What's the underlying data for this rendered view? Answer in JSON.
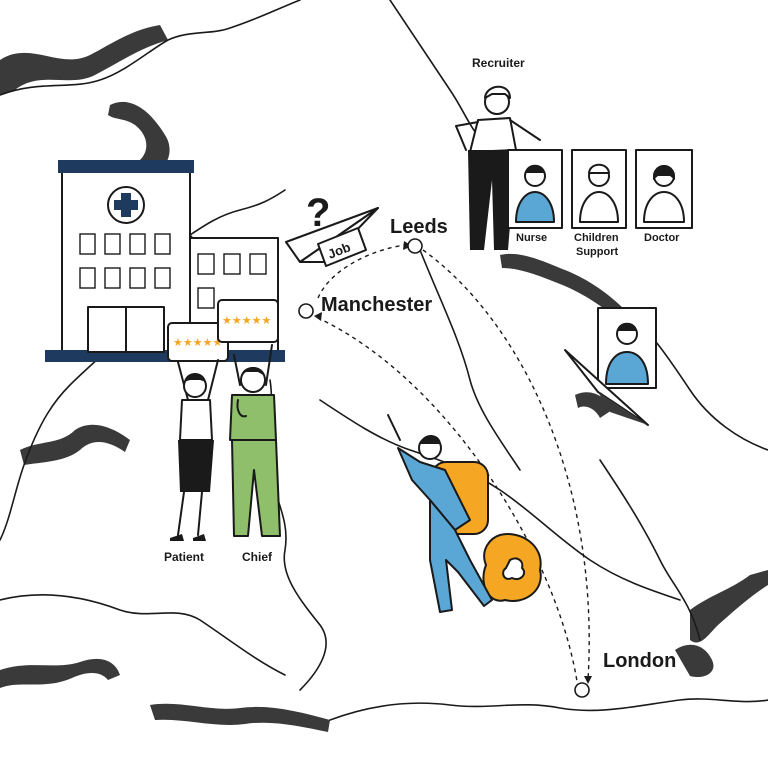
{
  "cities": {
    "leeds": "Leeds",
    "manchester": "Manchester",
    "london": "London"
  },
  "plane_label": "Job",
  "question_mark": "?",
  "people": {
    "recruiter": "Recruiter",
    "nurse": "Nurse",
    "children_support_line1": "Children",
    "children_support_line2": "Support",
    "doctor": "Doctor",
    "patient": "Patient",
    "chief": "Chief"
  },
  "rating_signs": [
    "★★★★★",
    "★★★★★"
  ],
  "colors": {
    "ink": "#1a1a1a",
    "coast": "#3a3a3a",
    "navy": "#1e3a5f",
    "scrubs_blue": "#5aa7d6",
    "scrubs_green": "#8fbf6a",
    "orange": "#f5a623"
  }
}
